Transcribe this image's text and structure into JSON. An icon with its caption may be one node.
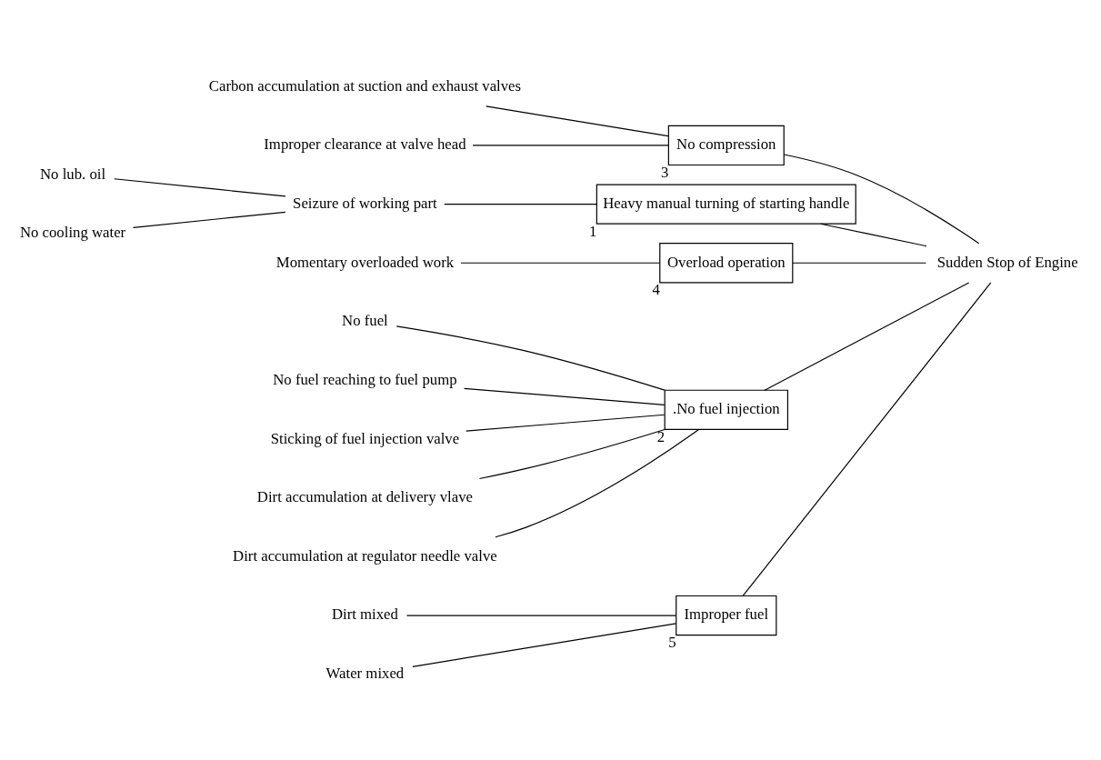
{
  "diagram": {
    "nodes": [
      {
        "text": [
          "Improper fuel"
        ],
        "beside": [
          "5"
        ]
      },
      {
        "text": [
          "No compression"
        ],
        "beside": [
          "3"
        ]
      },
      {
        "text": [
          "Heavy manual turning of starting handle"
        ],
        "beside": [
          "1"
        ]
      },
      {
        "text": [
          "Dirt mixed"
        ]
      },
      {
        "text": [
          "Carbon accumulation at suction and exhaust valves"
        ]
      },
      {
        "text": [
          "Seizure of working part"
        ]
      },
      {
        "text": [
          "No lub. oil"
        ]
      },
      {
        "text": [
          "No cooling water"
        ]
      },
      {
        "text": [
          "Water mixed"
        ]
      },
      {
        "text": [
          "Improper clearance at valve head"
        ]
      },
      {
        "text": [
          "Sudden Stop of Engine"
        ]
      },
      {
        "text": [
          "No fuel"
        ]
      },
      {
        "text": [
          "No fuel reaching to fuel pump"
        ]
      },
      {
        "text": [
          "Sticking of fuel injection valve"
        ]
      },
      {
        "text": [
          "Momentary overloaded work"
        ]
      },
      {
        "text": [
          "Dirt accumulation at delivery vlave"
        ]
      },
      {
        "text": [
          "Dirt accumulation at regulator needle valve"
        ]
      },
      {
        "text": [
          "Overload operation"
        ],
        "beside": [
          "4"
        ]
      },
      {
        "text": [
          ".No fuel injection"
        ],
        "beside": [
          "2"
        ]
      }
    ],
    "edges": [
      {
        "from": 0,
        "to": 10,
        "arrow": "none"
      },
      {
        "from": 1,
        "to": 10,
        "arrow": "none"
      },
      {
        "from": 2,
        "to": 10,
        "arrow": "none"
      },
      {
        "from": 17,
        "to": 10,
        "arrow": "none"
      },
      {
        "from": 18,
        "to": 10,
        "arrow": "none"
      },
      {
        "from": 3,
        "to": 0,
        "arrow": "none"
      },
      {
        "from": 8,
        "to": 0,
        "arrow": "none"
      },
      {
        "from": 4,
        "to": 1,
        "arrow": "none"
      },
      {
        "from": 9,
        "to": 1,
        "arrow": "none"
      },
      {
        "from": 5,
        "to": 2,
        "arrow": "none"
      },
      {
        "from": 6,
        "to": 5,
        "arrow": "none"
      },
      {
        "from": 7,
        "to": 5,
        "arrow": "none"
      },
      {
        "from": 14,
        "to": 17,
        "arrow": "none"
      },
      {
        "from": 11,
        "to": 18,
        "arrow": "none"
      },
      {
        "from": 12,
        "to": 18,
        "arrow": "none"
      },
      {
        "from": 13,
        "to": 18,
        "arrow": "none"
      },
      {
        "from": 15,
        "to": 18,
        "arrow": "none"
      },
      {
        "from": 16,
        "to": 18,
        "arrow": "none"
      }
    ]
  }
}
